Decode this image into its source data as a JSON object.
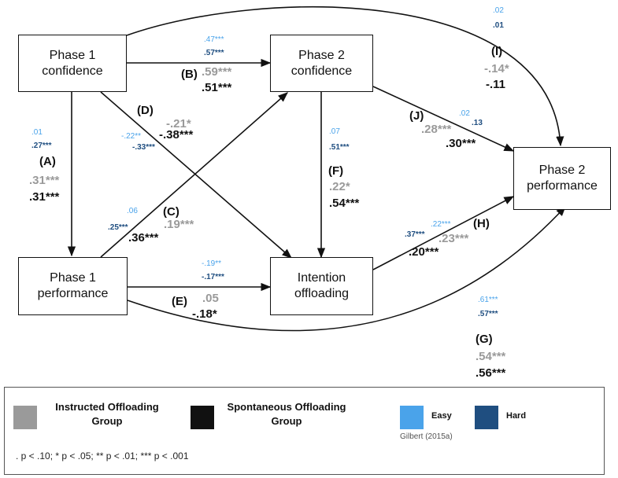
{
  "colors": {
    "instructed": "#9a9a9a",
    "spontaneous": "#111111",
    "easy": "#4aa3ea",
    "hard": "#1f4e80",
    "arrow": "#111111"
  },
  "nodes": {
    "phase1_confidence": [
      "Phase 1",
      "confidence"
    ],
    "phase2_confidence": [
      "Phase 2",
      "confidence"
    ],
    "phase1_performance": [
      "Phase 1",
      "performance"
    ],
    "intention_offloading": [
      "Intention",
      "offloading"
    ],
    "phase2_performance": [
      "Phase 2",
      "performance"
    ]
  },
  "paths": [
    {
      "id": "A",
      "label": "(A)",
      "from": "Phase 1 confidence",
      "to": "Phase 1 performance",
      "easy": ".01",
      "hard": ".27***",
      "instructed": ".31***",
      "spontaneous": ".31***"
    },
    {
      "id": "B",
      "label": "(B)",
      "from": "Phase 1 confidence",
      "to": "Phase 2 confidence",
      "easy": ".47***",
      "hard": ".57***",
      "instructed": ".59***",
      "spontaneous": ".51***"
    },
    {
      "id": "C",
      "label": "(C)",
      "from": "Phase 1 performance",
      "to": "Phase 2 confidence",
      "easy": ".06",
      "hard": ".25***",
      "instructed": ".19***",
      "spontaneous": ".36***"
    },
    {
      "id": "D",
      "label": "(D)",
      "from": "Phase 1 confidence",
      "to": "Intention offloading",
      "easy": "-.22**",
      "hard": "-.33***",
      "instructed": "-.21*",
      "spontaneous": "-.38***"
    },
    {
      "id": "E",
      "label": "(E)",
      "from": "Phase 1 performance",
      "to": "Intention offloading",
      "easy": "-.19**",
      "hard": "-.17***",
      "instructed": ".05",
      "spontaneous": "-.18*"
    },
    {
      "id": "F",
      "label": "(F)",
      "from": "Phase 2 confidence",
      "to": "Intention offloading",
      "easy": ".07",
      "hard": ".51***",
      "instructed": ".22*",
      "spontaneous": ".54***"
    },
    {
      "id": "G",
      "label": "(G)",
      "from": "Phase 1 performance",
      "to": "Phase 2 performance",
      "easy": ".61***",
      "hard": ".57***",
      "instructed": ".54***",
      "spontaneous": ".56***"
    },
    {
      "id": "H",
      "label": "(H)",
      "from": "Intention offloading",
      "to": "Phase 2 performance",
      "easy": ".22***",
      "hard": ".37***",
      "instructed": ".23***",
      "spontaneous": ".20***"
    },
    {
      "id": "I",
      "label": "(I)",
      "from": "Phase 1 confidence",
      "to": "Phase 2 performance",
      "easy": ".02",
      "hard": ".01",
      "instructed": "-.14*",
      "spontaneous": "-.11"
    },
    {
      "id": "J",
      "label": "(J)",
      "from": "Phase 2 confidence",
      "to": "Phase 2 performance",
      "easy": ".02",
      "hard": ".13",
      "instructed": ".28***",
      "spontaneous": ".30***"
    }
  ],
  "legend": {
    "instructed_label": [
      "Instructed Offloading",
      "Group"
    ],
    "spontaneous_label": [
      "Spontaneous Offloading",
      "Group"
    ],
    "easy_label": "Easy",
    "hard_label": "Hard",
    "citation": "Gilbert (2015a)",
    "significance_note": ". p < .10; * p < .05; ** p < .01; *** p < .001"
  }
}
